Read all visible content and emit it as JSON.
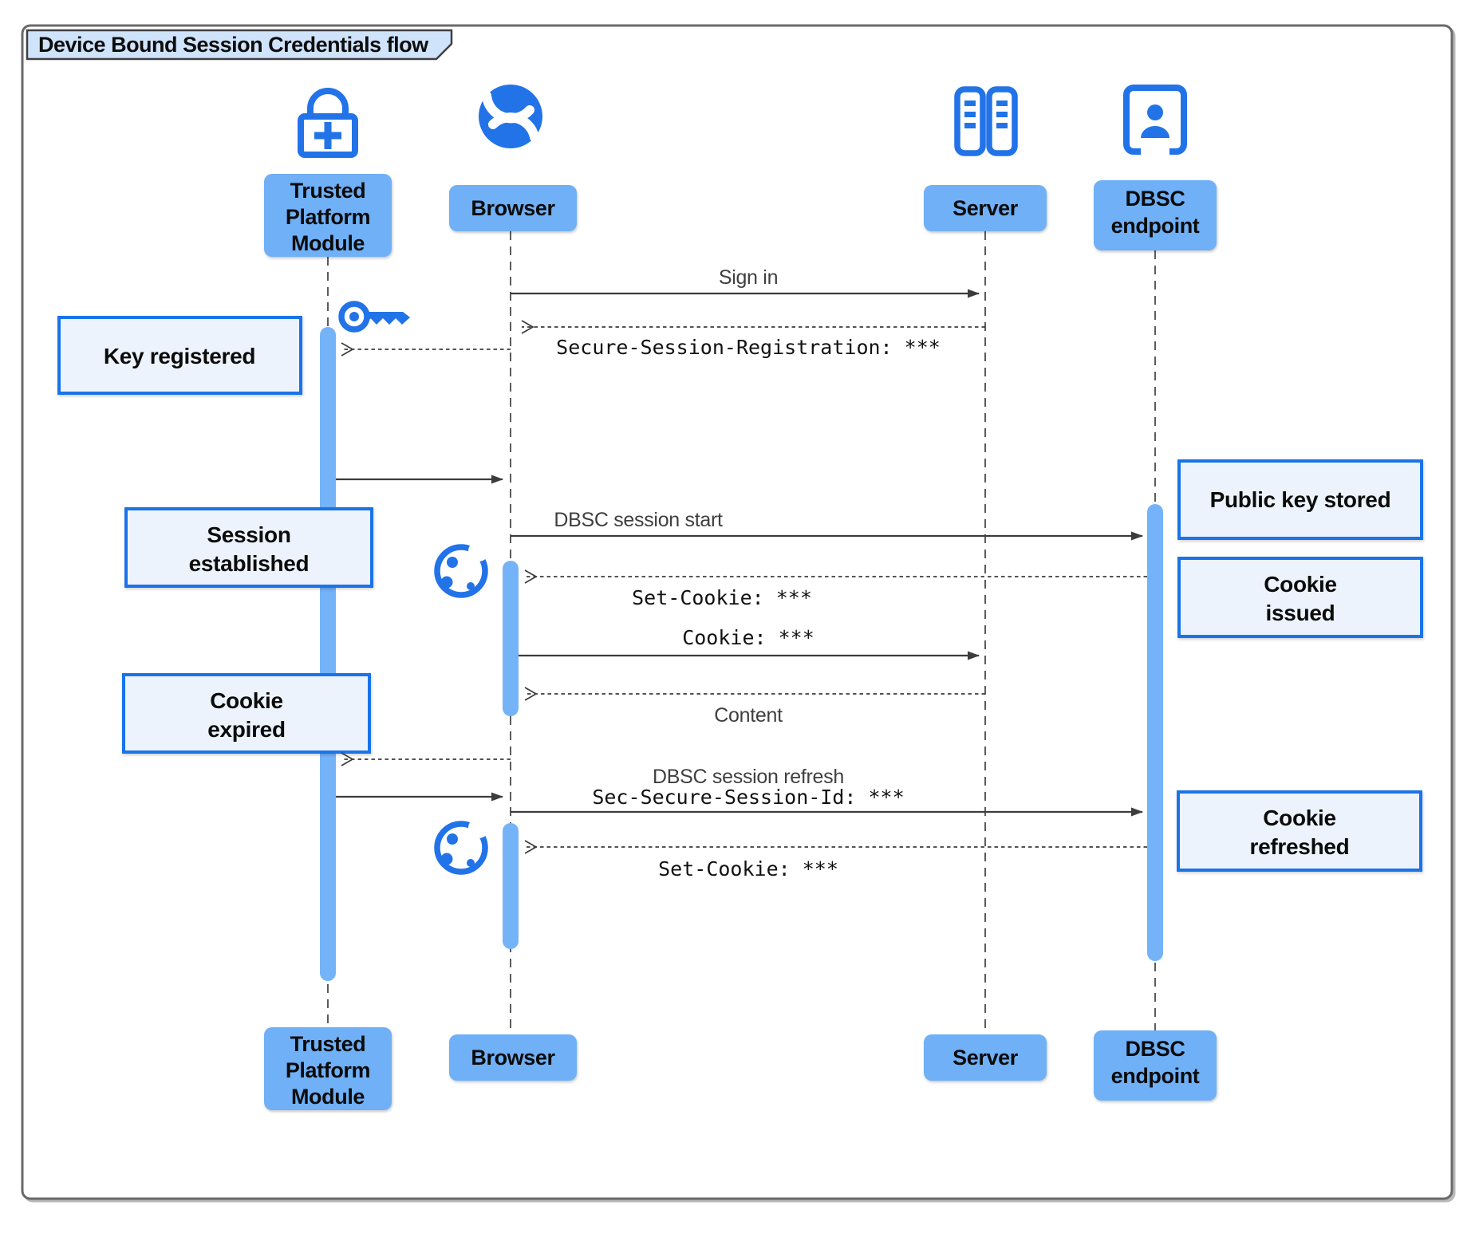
{
  "title": "Device Bound Session Credentials flow",
  "actors": {
    "tpm": {
      "name": "Trusted Platform Module",
      "lines": [
        "Trusted",
        "Platform",
        "Module"
      ],
      "icon": "lock-plus-icon"
    },
    "browser": {
      "name": "Browser",
      "lines": [
        "Browser"
      ],
      "icon": "globe-icon"
    },
    "server": {
      "name": "Server",
      "lines": [
        "Server"
      ],
      "icon": "server-rack-icon"
    },
    "dbsc": {
      "name": "DBSC endpoint",
      "lines": [
        "DBSC",
        "endpoint"
      ],
      "icon": "badge-person-icon"
    }
  },
  "messages": {
    "sign_in": "Sign in",
    "secure_session_registration": "Secure-Session-Registration: ***",
    "dbsc_session_start": "DBSC session start",
    "set_cookie_1": "Set-Cookie: ***",
    "cookie": "Cookie: ***",
    "content": "Content",
    "dbsc_session_refresh": "DBSC session refresh",
    "sec_secure_session_id": "Sec-Secure-Session-Id: ***",
    "set_cookie_2": "Set-Cookie: ***"
  },
  "notes": {
    "key_registered": {
      "lines": [
        "Key registered"
      ]
    },
    "session_established": {
      "lines": [
        "Session",
        "established"
      ]
    },
    "cookie_expired": {
      "lines": [
        "Cookie",
        "expired"
      ]
    },
    "public_key_stored": {
      "lines": [
        "Public key stored"
      ]
    },
    "cookie_issued": {
      "lines": [
        "Cookie",
        "issued"
      ]
    },
    "cookie_refreshed": {
      "lines": [
        "Cookie",
        "refreshed"
      ]
    }
  },
  "icons": [
    "lock-plus-icon",
    "globe-icon",
    "server-rack-icon",
    "badge-person-icon",
    "key-icon",
    "cookie-icon"
  ],
  "colors": {
    "accent": "#1a73e8",
    "icon_blue": "#2273e8",
    "actor_label_fill": "#6fb0f7",
    "activation_fill": "#74b3f8",
    "note_fill": "#edf3fc",
    "note_border": "#1a73e8",
    "title_tab_fill": "#cfe3fa",
    "line_color": "#3c3c3c"
  }
}
